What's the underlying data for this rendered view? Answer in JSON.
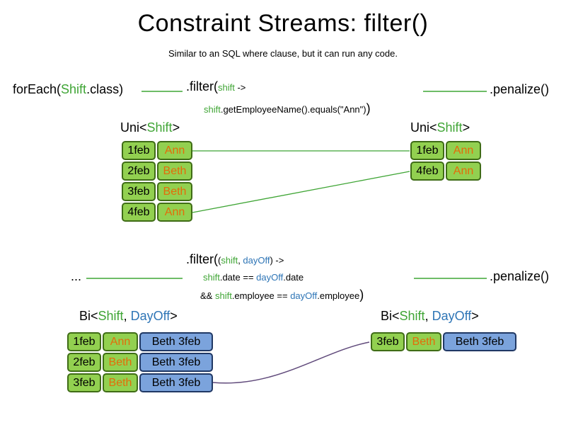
{
  "title": "Constraint Streams: filter()",
  "subtitle": "Similar to an SQL where clause, but it can run any code.",
  "colors": {
    "green": "#3fa535",
    "orange": "#e36c0a",
    "blue": "#2e75b6",
    "cell_green_fill": "#92d050",
    "cell_green_border": "#3f6c16",
    "cell_blue_fill": "#7ba3dc",
    "cell_blue_border": "#203864",
    "connector_green": "#3fa535",
    "connector_purple": "#604a7b"
  },
  "top": {
    "foreach_pre": "forEach(",
    "foreach_class": "Shift",
    "foreach_post": ".class)",
    "filter_pre": ".filter(",
    "filter_param": "shift",
    "filter_arrow": " ->",
    "body_param": "shift",
    "body_rest": ".getEmployeeName().equals(\"Ann\")",
    "body_close": ")",
    "penalize": ".penalize()",
    "left_type_pre": "Uni<",
    "left_type_param": "Shift",
    "left_type_post": ">",
    "right_type_pre": "Uni<",
    "right_type_param": "Shift",
    "right_type_post": ">",
    "left_rows": [
      {
        "date": "1feb",
        "name": "Ann"
      },
      {
        "date": "2feb",
        "name": "Beth"
      },
      {
        "date": "3feb",
        "name": "Beth"
      },
      {
        "date": "4feb",
        "name": "Ann"
      }
    ],
    "right_rows": [
      {
        "date": "1feb",
        "name": "Ann"
      },
      {
        "date": "4feb",
        "name": "Ann"
      }
    ]
  },
  "bottom": {
    "ellipsis": "...",
    "filter_pre": ".filter(",
    "filter_open": "(",
    "param1": "shift",
    "comma": ", ",
    "param2": "dayOff",
    "filter_close": ") ->",
    "line2_p1": "shift",
    "line2_mid": ".date == ",
    "line2_p2": "dayOff",
    "line2_end": ".date",
    "line3_and": "&& ",
    "line3_p1": "shift",
    "line3_mid": ".employee == ",
    "line3_p2": "dayOff",
    "line3_end": ".employee",
    "line3_close": ")",
    "penalize": ".penalize()",
    "left_type_pre": "Bi<",
    "left_type_p1": "Shift",
    "left_type_comma": ", ",
    "left_type_p2": "DayOff",
    "left_type_post": ">",
    "right_type_pre": "Bi<",
    "right_type_p1": "Shift",
    "right_type_comma": ", ",
    "right_type_p2": "DayOff",
    "right_type_post": ">",
    "left_rows": [
      {
        "date": "1feb",
        "name": "Ann",
        "pair": "Beth 3feb"
      },
      {
        "date": "2feb",
        "name": "Beth",
        "pair": "Beth 3feb"
      },
      {
        "date": "3feb",
        "name": "Beth",
        "pair": "Beth 3feb"
      }
    ],
    "right_rows": [
      {
        "date": "3feb",
        "name": "Beth",
        "pair": "Beth 3feb"
      }
    ]
  }
}
